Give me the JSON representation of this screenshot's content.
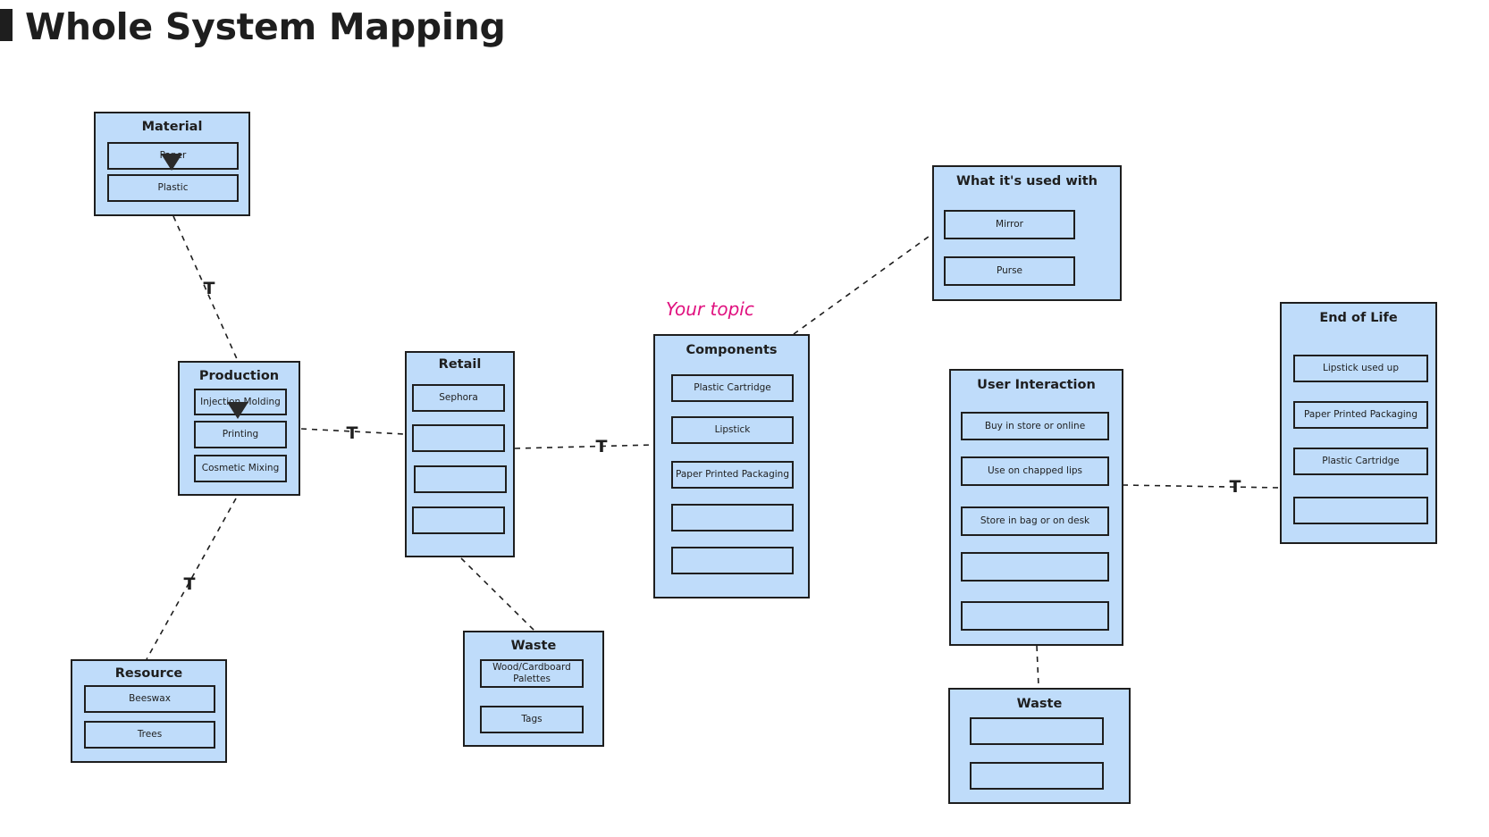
{
  "page_title": "Whole System Mapping",
  "annotation": "Your topic",
  "connector_label": "T",
  "boxes": {
    "material": {
      "title": "Material",
      "items": [
        "Paper",
        "Plastic"
      ]
    },
    "production": {
      "title": "Production",
      "items": [
        "Injection Molding",
        "Printing",
        "Cosmetic Mixing"
      ]
    },
    "resource": {
      "title": "Resource",
      "items": [
        "Beeswax",
        "Trees"
      ]
    },
    "retail": {
      "title": "Retail",
      "items": [
        "Sephora",
        "",
        "",
        ""
      ]
    },
    "waste_retail": {
      "title": "Waste",
      "items": [
        "Wood/Cardboard Palettes",
        "Tags"
      ]
    },
    "components": {
      "title": "Components",
      "items": [
        "Plastic Cartridge",
        "Lipstick",
        "Paper Printed Packaging",
        "",
        ""
      ]
    },
    "used_with": {
      "title": "What it's used with",
      "items": [
        "Mirror",
        "Purse"
      ]
    },
    "user_interaction": {
      "title": "User Interaction",
      "items": [
        "Buy in store or online",
        "Use on chapped lips",
        "Store in bag or on desk",
        "",
        ""
      ]
    },
    "waste_user": {
      "title": "Waste",
      "items": [
        "",
        ""
      ]
    },
    "end_of_life": {
      "title": "End of Life",
      "items": [
        "Lipstick used up",
        "Paper Printed Packaging",
        "Plastic Cartridge",
        ""
      ]
    }
  },
  "colors": {
    "box_fill": "#bfdcfa",
    "stroke": "#1e1e1e",
    "annotation": "#e0117f"
  }
}
